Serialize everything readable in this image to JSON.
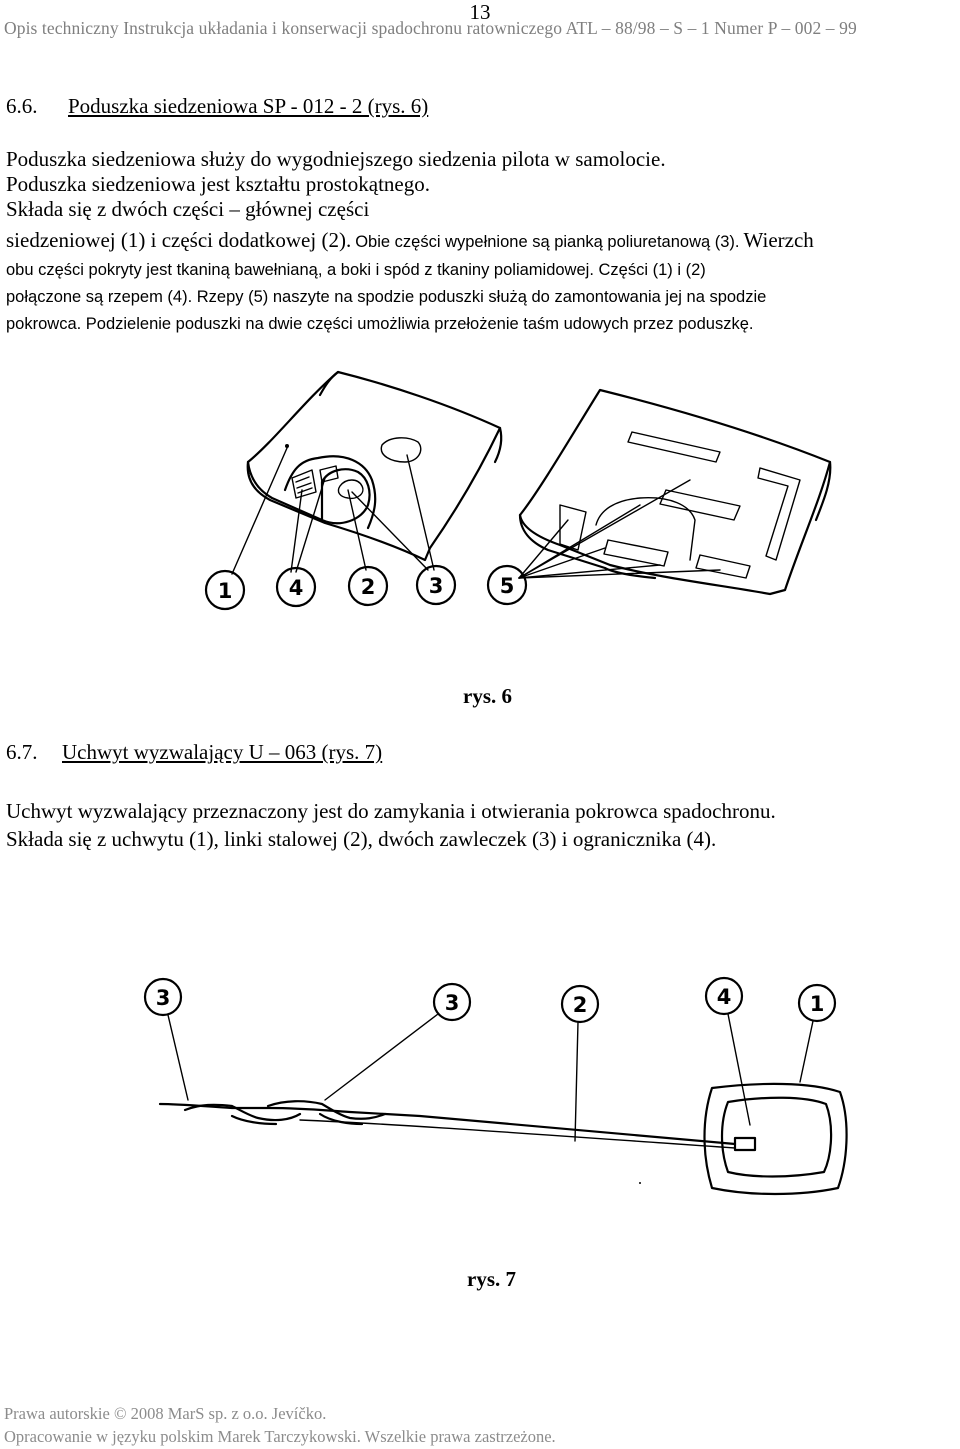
{
  "page": {
    "number": "13",
    "header": "Opis techniczny Instrukcja układania i konserwacji spadochronu ratowniczego ATL – 88/98 – S – 1 Numer P – 002 – 99"
  },
  "section_66": {
    "num": "6.6.",
    "title": "Poduszka siedzeniowa SP - 012 - 2 (rys. 6)",
    "lines_serif": [
      "Poduszka siedzeniowa służy do wygodniejszego siedzenia pilota w samolocie.",
      "Poduszka siedzeniowa jest kształtu prostokątnego."
    ],
    "line3_serif": "Składa się z dwóch części – głównej części",
    "line4_serif": "siedzeniowej (1) i części dodatkowej (2).",
    "line4_sans": "Obie części wypełnione są pianką poliuretanową (3).",
    "line4_serif_b": "Wierzch",
    "lines_sans": [
      "obu części pokryty jest tkaniną bawełnianą, a boki i spód z tkaniny poliamidowej. Części (1) i (2)",
      "połączone są rzepem (4). Rzepy (5) naszyte na spodzie poduszki służą do zamontowania jej na spodzie",
      "pokrowca. Podzielenie poduszki na dwie części umożliwia przełożenie taśm udowych przez poduszkę."
    ]
  },
  "figure6": {
    "labels": [
      "1",
      "4",
      "2",
      "3",
      "5"
    ],
    "caption": "rys. 6"
  },
  "section_67": {
    "num": "6.7.",
    "title": "Uchwyt wyzwalający U – 063 (rys. 7)",
    "lines": [
      "Uchwyt wyzwalający przeznaczony jest do zamykania i otwierania pokrowca spadochronu.",
      "Składa się z uchwytu (1),  linki stalowej (2), dwóch zawleczek (3) i ogranicznika (4)."
    ]
  },
  "figure7": {
    "labels": [
      "3",
      "3",
      "2",
      "4",
      "1"
    ],
    "caption": "rys. 7"
  },
  "footer": {
    "line1": "Prawa autorskie © 2008 MarS sp. z o.o. Jevíčko.",
    "line2": "Opracowanie w języku polskim Marek Tarczykowski. Wszelkie prawa zastrzeżone."
  }
}
